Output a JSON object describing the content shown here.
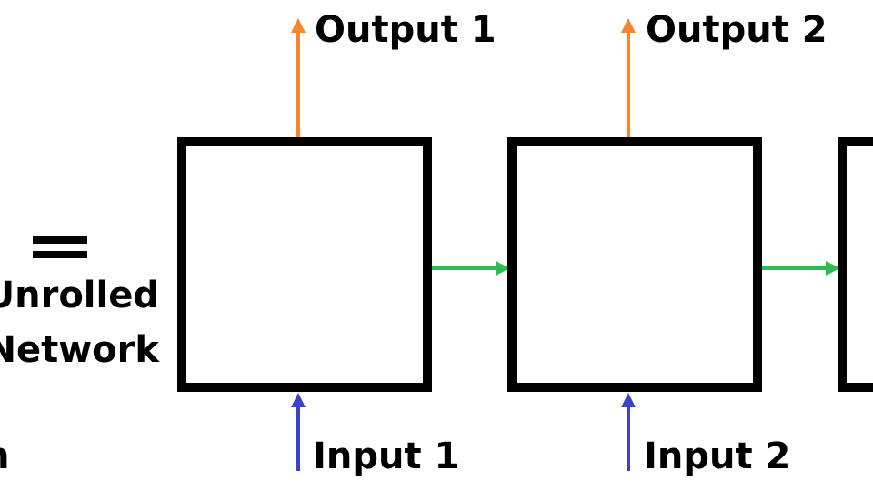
{
  "left_caption": {
    "symbol": "=",
    "line1": "Unrolled",
    "line2": "Network",
    "partial_text": "n"
  },
  "cells": [
    {
      "output": "Output 1",
      "input": "Input 1"
    },
    {
      "output": "Output 2",
      "input": "Input 2"
    },
    {
      "output": "",
      "input": ""
    }
  ],
  "colors": {
    "output_arrow": "#f7852e",
    "input_arrow": "#3b44c8",
    "recurrent_arrow": "#2ebd4f",
    "box_stroke": "#000000"
  }
}
